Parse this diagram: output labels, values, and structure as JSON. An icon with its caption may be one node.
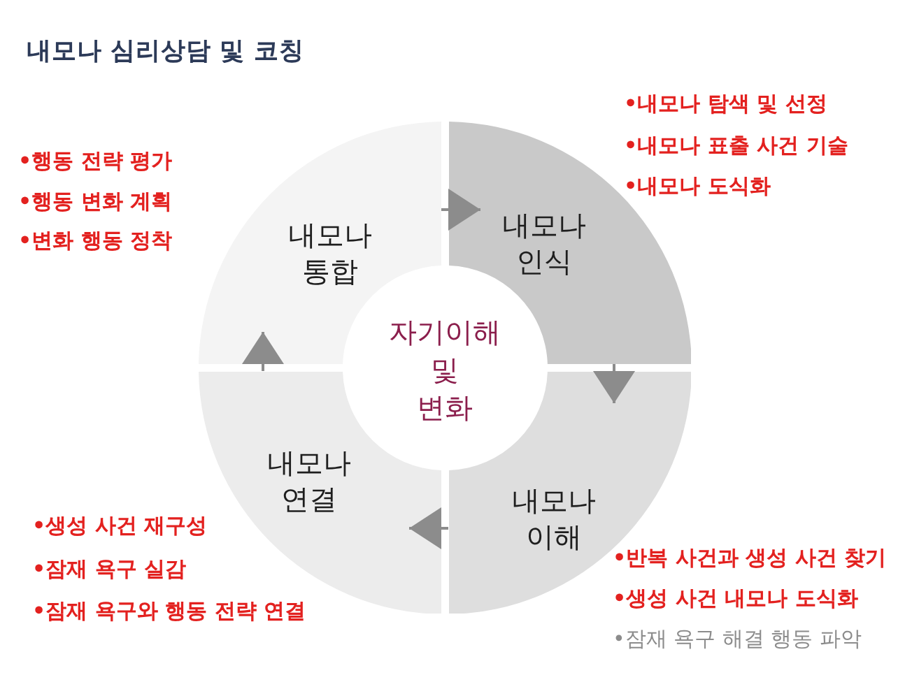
{
  "diagram": {
    "title": "내모나 심리상담 및 코칭",
    "nodes": [
      {
        "text": [
          "내모나 통합"
        ],
        "beside": [
          "•행동 전략 평가",
          "•행동 변화 계획",
          "•변화 행동 정착"
        ]
      },
      {
        "text": [
          "내모나 인식"
        ],
        "beside": [
          "•내모나 탐색 및 선정",
          "•내모나 표출 사건 기술",
          "•내모나 도식화"
        ]
      },
      {
        "text": [
          "자기이해 및 변화"
        ]
      },
      {
        "text": [
          "내모나 연결"
        ],
        "beside": [
          "•생성 사건 재구성",
          "•잠재 욕구 실감",
          "•잠재 욕구와 행동 전략 연결"
        ]
      },
      {
        "text": [
          "내모나 이해"
        ],
        "beside": [
          "•반복 사건과 생성 사건 찾기",
          "•생성 사건 내모나 도식화",
          "•잠재 욕구 해결 행동 파악"
        ]
      }
    ],
    "edges": [
      {
        "from": 0,
        "to": 1,
        "arrow": "to"
      },
      {
        "from": 1,
        "to": 4,
        "arrow": "to"
      },
      {
        "from": 4,
        "to": 3,
        "arrow": "to"
      },
      {
        "from": 3,
        "to": 0,
        "arrow": "to"
      }
    ]
  }
}
